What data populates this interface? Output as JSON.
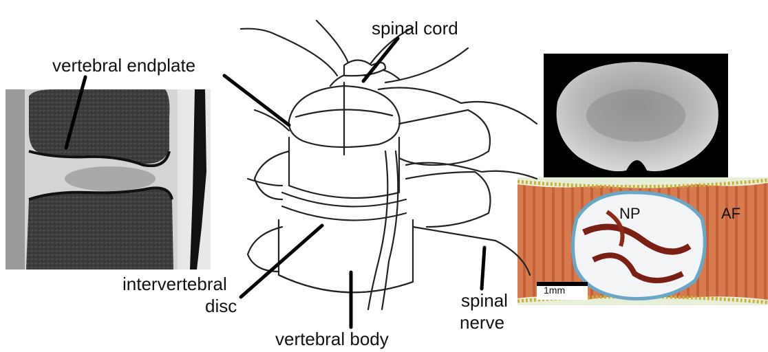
{
  "labels": {
    "spinal_cord": "spinal cord",
    "vertebral_endplate": "vertebral endplate",
    "intervertebral_line1": "intervertebral",
    "intervertebral_line2": "disc",
    "vertebral_body": "vertebral body",
    "spinal_nerve_line1": "spinal",
    "spinal_nerve_line2": "nerve",
    "np": "NP",
    "af": "AF",
    "scale_bar": "1mm"
  }
}
